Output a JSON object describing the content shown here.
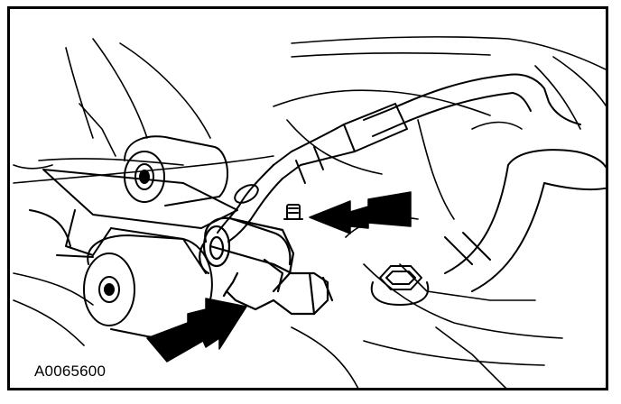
{
  "figure": {
    "id_label": "A0065600"
  },
  "colors": {
    "ink": "#000000",
    "paper": "#ffffff"
  },
  "callouts": [
    {
      "name": "arrow-upper-right",
      "points_to": "fastener"
    },
    {
      "name": "arrow-lower-left",
      "points_to": "connector"
    }
  ]
}
